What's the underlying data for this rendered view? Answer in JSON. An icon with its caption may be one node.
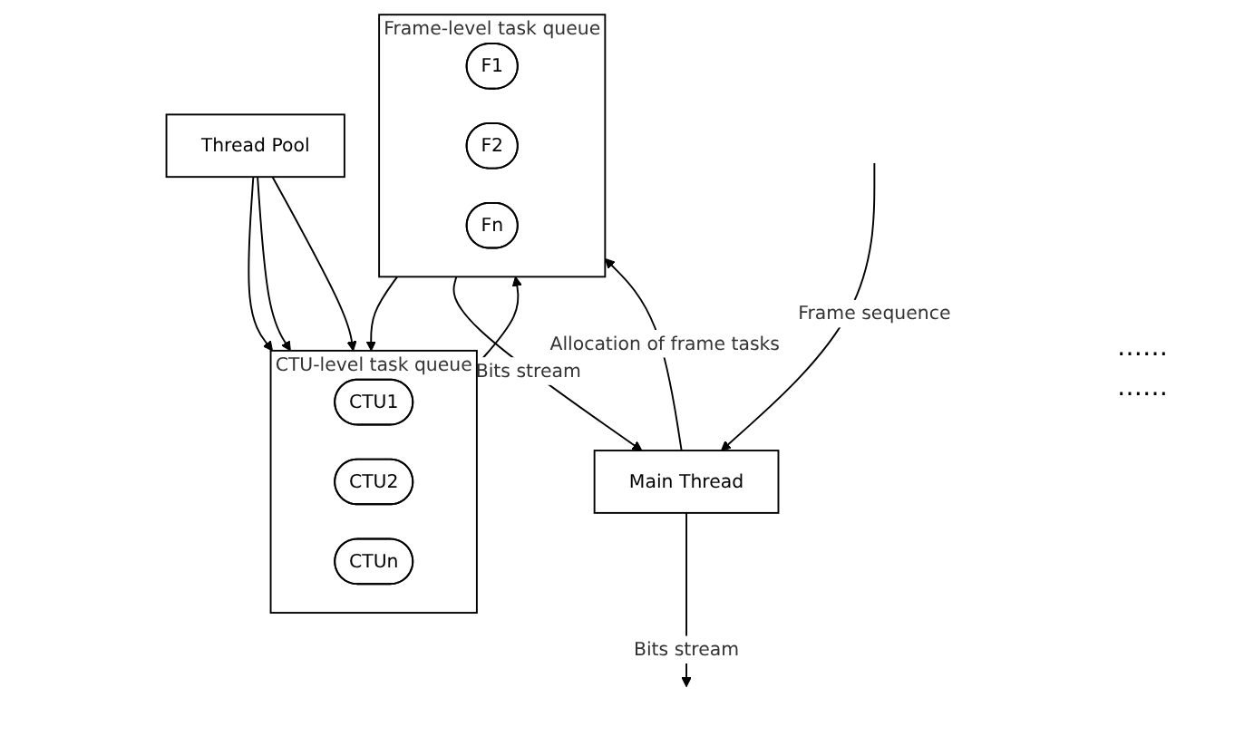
{
  "diagram": {
    "nodes": [
      {
        "text": [
          "Thread Pool"
        ]
      },
      {
        "text": [
          "CTU-level task queue"
        ]
      },
      {
        "text": [
          "CTU1"
        ],
        "in": 1
      },
      {
        "text": [
          "CTU2"
        ],
        "in": 1
      },
      {
        "text": [
          "CTUn"
        ],
        "in": 1
      },
      {
        "text": [
          "Frame-level task queue"
        ]
      },
      {
        "text": [
          "F1"
        ],
        "in": 5
      },
      {
        "text": [
          "F2"
        ],
        "in": 5
      },
      {
        "text": [
          "Fn"
        ],
        "in": 5
      },
      {
        "text": [
          "Main Thread"
        ]
      }
    ],
    "edges": [
      {
        "from": 0,
        "to": 1,
        "arrow": "to"
      },
      {
        "from": 0,
        "to": 1,
        "arrow": "to"
      },
      {
        "from": 0,
        "to": 1,
        "arrow": "to"
      },
      {
        "from": 5,
        "to": 1,
        "arrow": "to"
      },
      {
        "from": 1,
        "to": 5,
        "arrow": "to"
      },
      {
        "from": 9,
        "to": 5,
        "arrow": "to",
        "label": "Allocation of frame tasks"
      },
      {
        "from": 5,
        "to": 9,
        "arrow": "to",
        "label": "Bits stream"
      },
      {
        "from": null,
        "to": 9,
        "arrow": "to",
        "label": "Frame sequence"
      },
      {
        "from": 9,
        "to": null,
        "arrow": "to",
        "label": "Bits stream"
      }
    ],
    "labels": [
      "……",
      "……"
    ]
  }
}
